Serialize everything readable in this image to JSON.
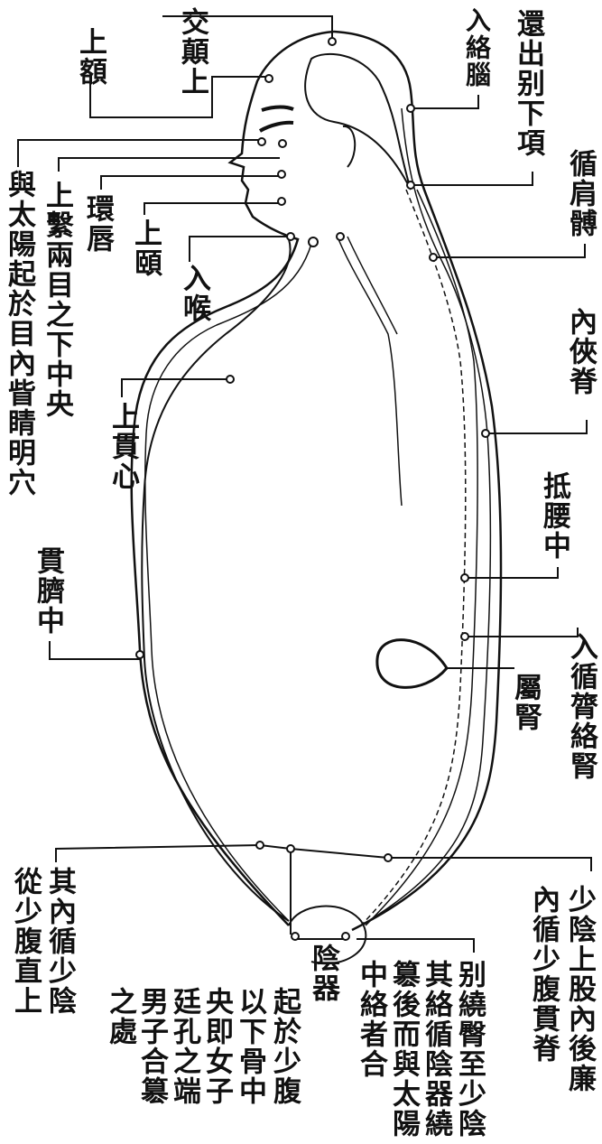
{
  "labels": {
    "jiao_dian_shang": "交顛上",
    "shang_e": "上額",
    "ru_luo_nao": "入絡腦",
    "huan_chu": "還出别下項",
    "xun_jian_bo": "循肩髆",
    "yu_tai_yang": "與太陽起於目內眥睛明穴",
    "shang_xi": "上繫兩目之下中央",
    "huan_chun": "環唇",
    "shang_yi": "上頤",
    "ru_hou": "入喉",
    "shang_guan_xin": "上貫心",
    "nei_xia_ji": "內俠脊",
    "di_yao_zhong": "抵腰中",
    "guan_qi_zhong": "貫臍中",
    "ru_xun_lu": "入循膂絡腎",
    "shu_shen": "屬腎",
    "qi_nei_xun": "其內循少陰",
    "cong_shao_fu": "從少腹直上",
    "shao_yin_shang": "少陰上股內後廉",
    "nei_xun_shao_fu": "內循少腹貫脊",
    "yin_qi": "陰器",
    "qi_yu": [
      "起於少腹",
      "以下骨中",
      "央即女子",
      "廷孔之端",
      "男子合簒",
      "之處"
    ],
    "bie_rao": [
      "别繞臀至少陰",
      "其絡循陰器繞",
      "簒後而與太陽",
      "中絡者合"
    ]
  }
}
